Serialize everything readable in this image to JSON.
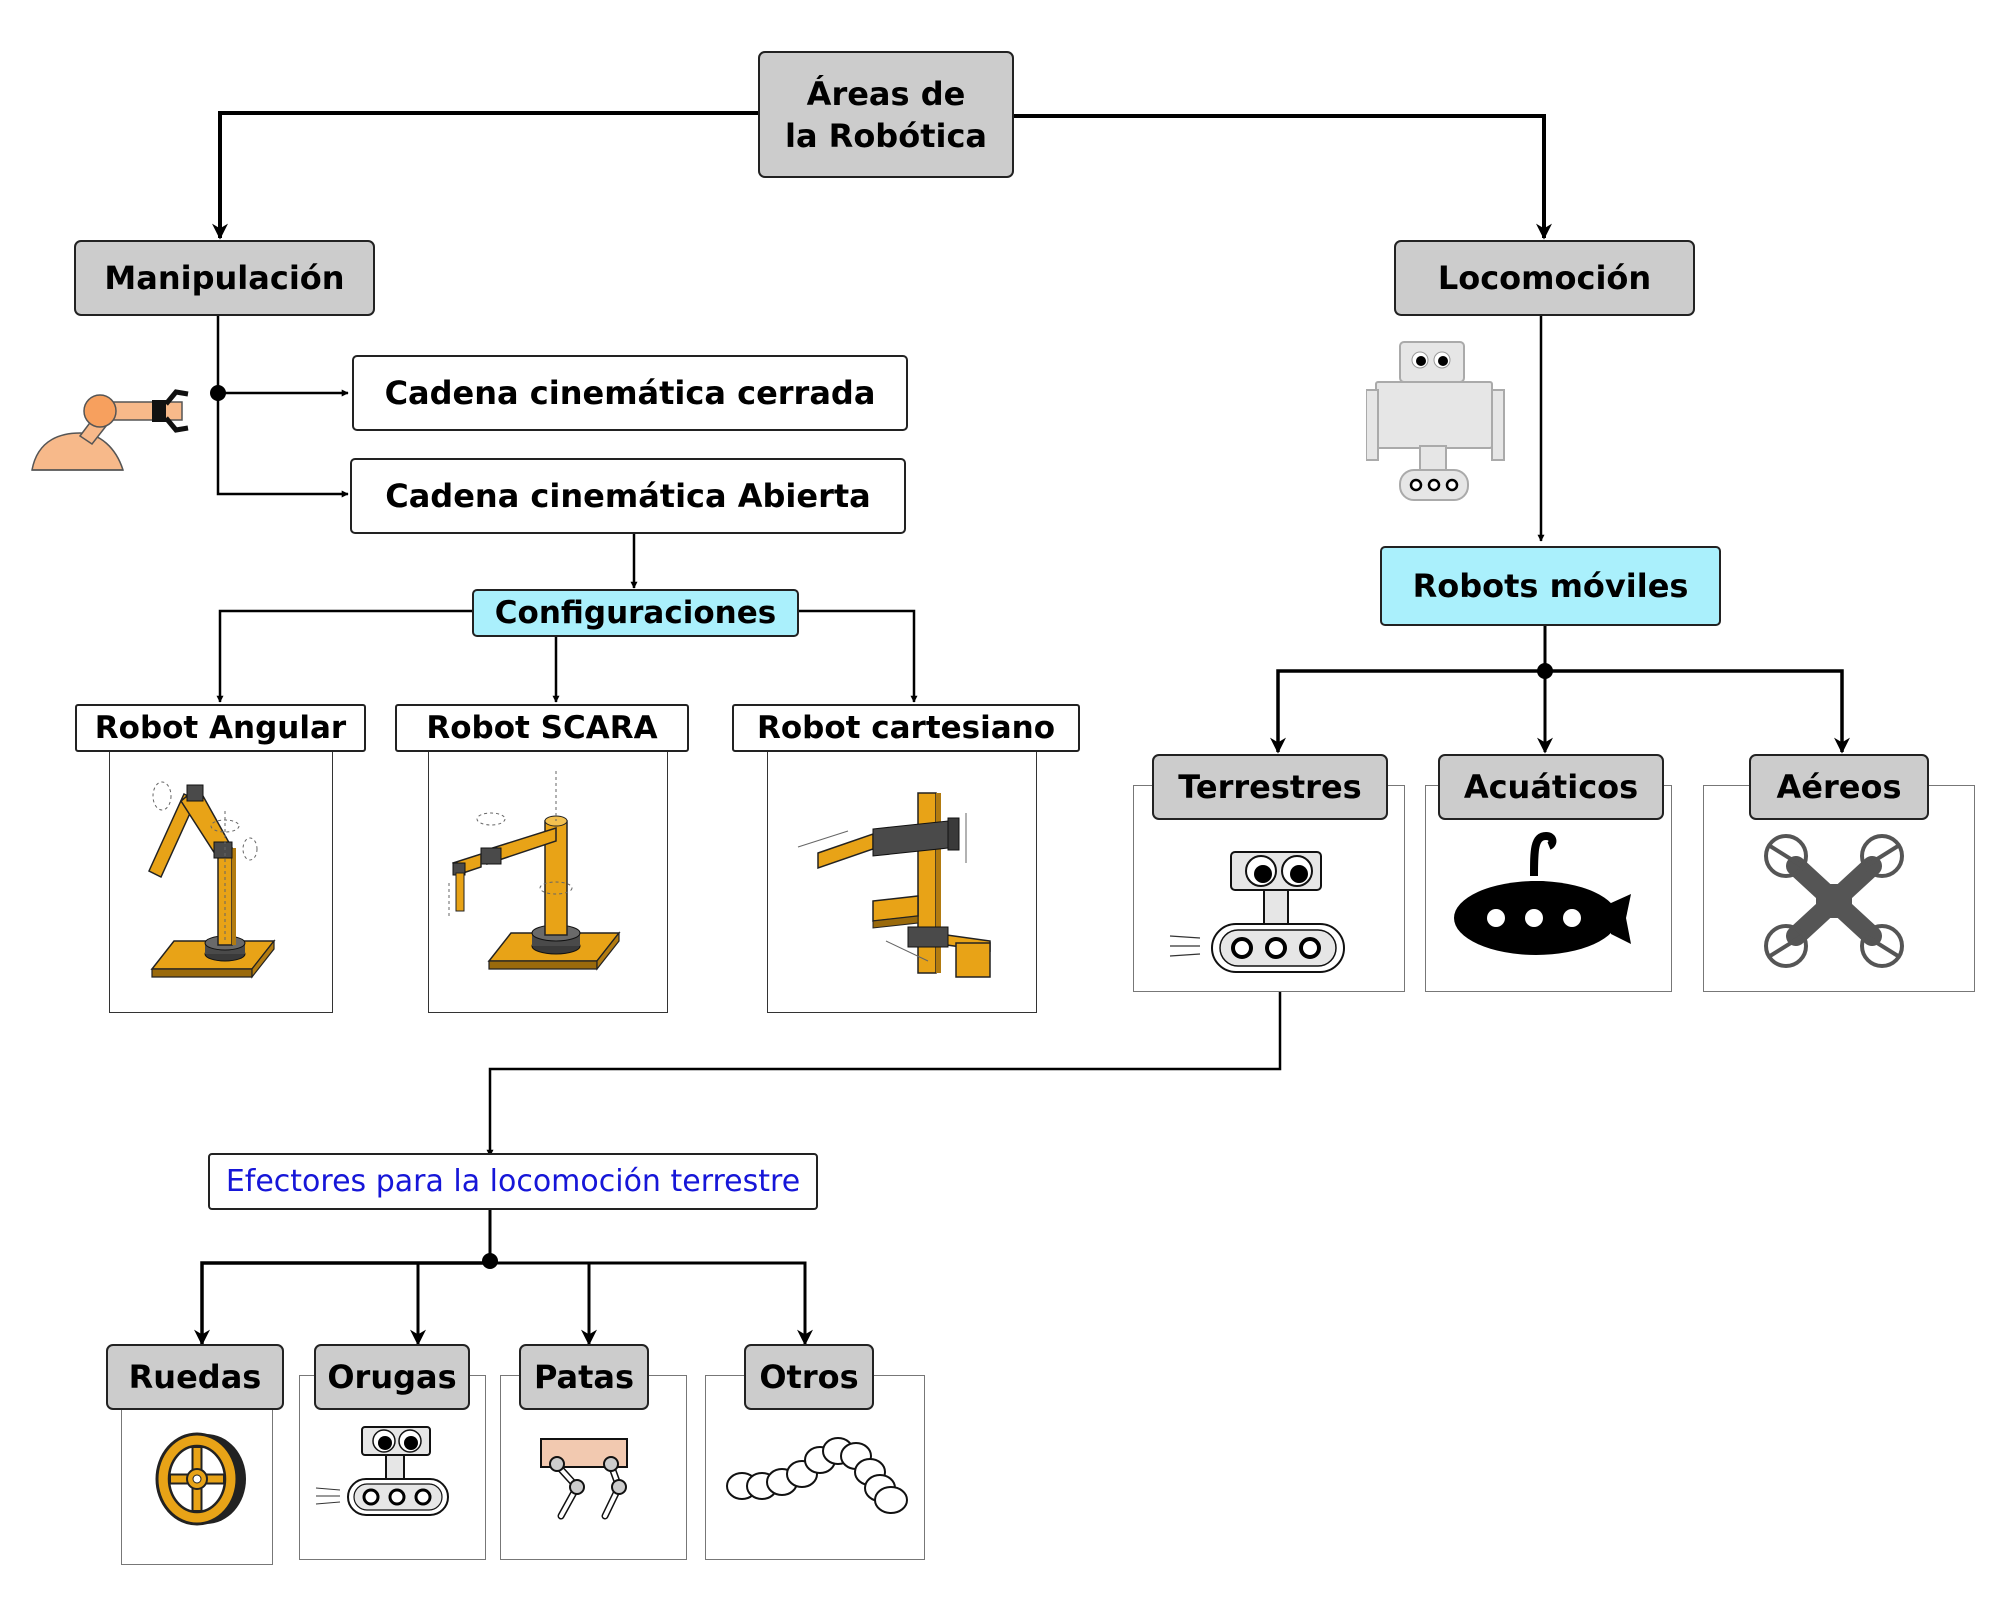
{
  "root": "Áreas de la Robótica",
  "manipulation": {
    "title": "Manipulación",
    "closed_chain": "Cadena cinemática cerrada",
    "open_chain": "Cadena cinemática Abierta",
    "configurations": "Configuraciones",
    "robots": [
      "Robot Angular",
      "Robot SCARA",
      "Robot cartesiano"
    ]
  },
  "locomotion": {
    "title": "Locomoción",
    "mobile_robots": "Robots móviles",
    "types": [
      "Terrestres",
      "Acuáticos",
      "Aéreos"
    ],
    "effectors_title": "Efectores para la locomoción terrestre",
    "effectors": [
      "Ruedas",
      "Orugas",
      "Patas",
      "Otros"
    ]
  },
  "colors": {
    "box_gray": "#cccccc",
    "box_cyan": "#aaf0fc",
    "link_text": "#1616d8",
    "robot_orange": "#e8a317",
    "arm_peach": "#f7b98a"
  },
  "icons": {
    "manipulation": "robot-arm-icon",
    "locomotion": "tracked-robot-icon",
    "terrestres": "tracked-robot-icon",
    "acuaticos": "submarine-icon",
    "aereos": "drone-icon",
    "ruedas": "wheel-icon",
    "orugas": "tracked-robot-icon",
    "patas": "legged-robot-icon",
    "otros": "snake-robot-icon"
  }
}
